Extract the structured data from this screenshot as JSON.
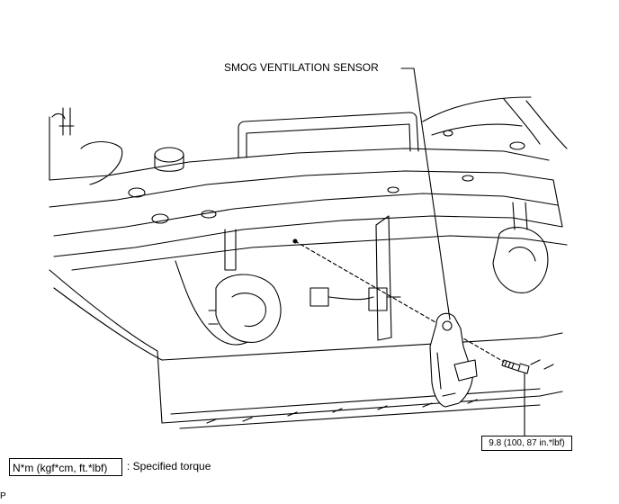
{
  "callout": {
    "sensor_label": "SMOG VENTILATION SENSOR"
  },
  "torque": {
    "value": "9.8 (100, 87 in.*lbf)"
  },
  "legend": {
    "unit_box": "N*m (kgf*cm, ft.*lbf)",
    "description": ": Specified torque"
  },
  "figure_code": "P"
}
